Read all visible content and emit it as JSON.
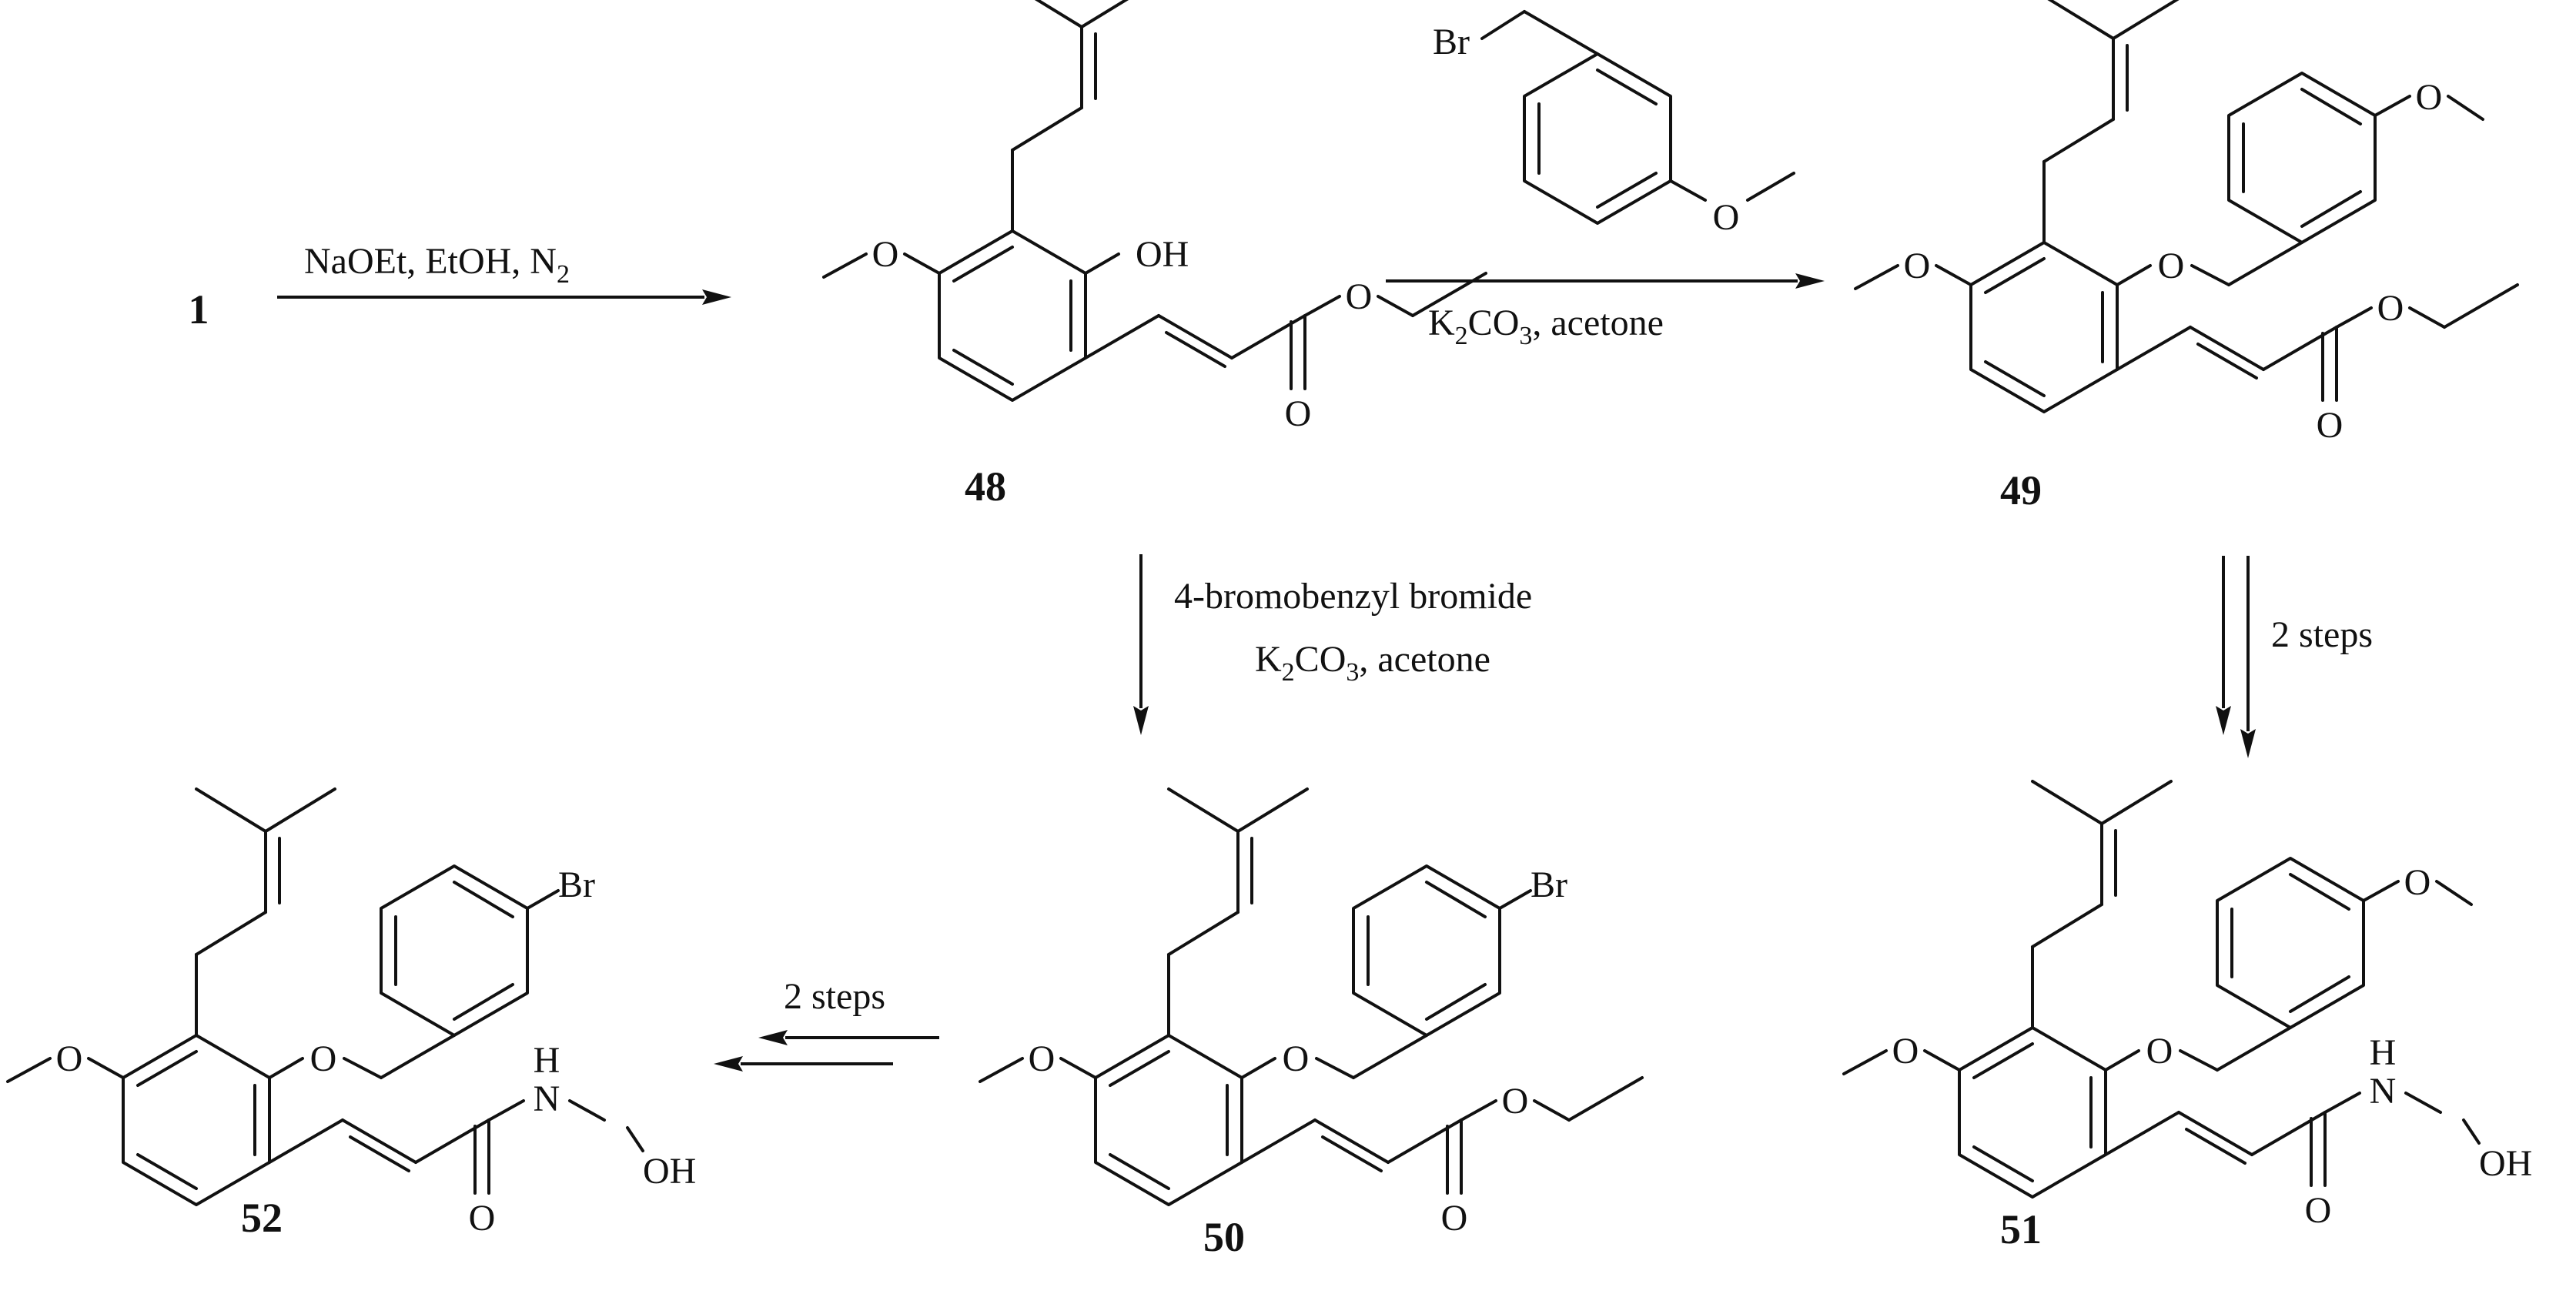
{
  "compounds": {
    "c1": {
      "number": "1"
    },
    "c48": {
      "number": "48"
    },
    "c49": {
      "number": "49"
    },
    "c50": {
      "number": "50"
    },
    "c51": {
      "number": "51"
    },
    "c52": {
      "number": "52"
    }
  },
  "atoms": {
    "O": "O",
    "OH": "OH",
    "Br": "Br",
    "H": "H",
    "N": "N"
  },
  "arrows": {
    "a1": {
      "reagents": "NaOEt, EtOH, N",
      "sub": "2"
    },
    "a2": {
      "k": "K",
      "k_sub": "2",
      "co": "CO",
      "co_sub": "3",
      "rest": ", acetone"
    },
    "a3": {
      "line1": "4-bromobenzyl bromide",
      "k": "K",
      "k_sub": "2",
      "co": "CO",
      "co_sub": "3",
      "rest": ", acetone"
    },
    "a4": {
      "label": "2 steps"
    },
    "a5": {
      "label": "2 steps"
    }
  }
}
